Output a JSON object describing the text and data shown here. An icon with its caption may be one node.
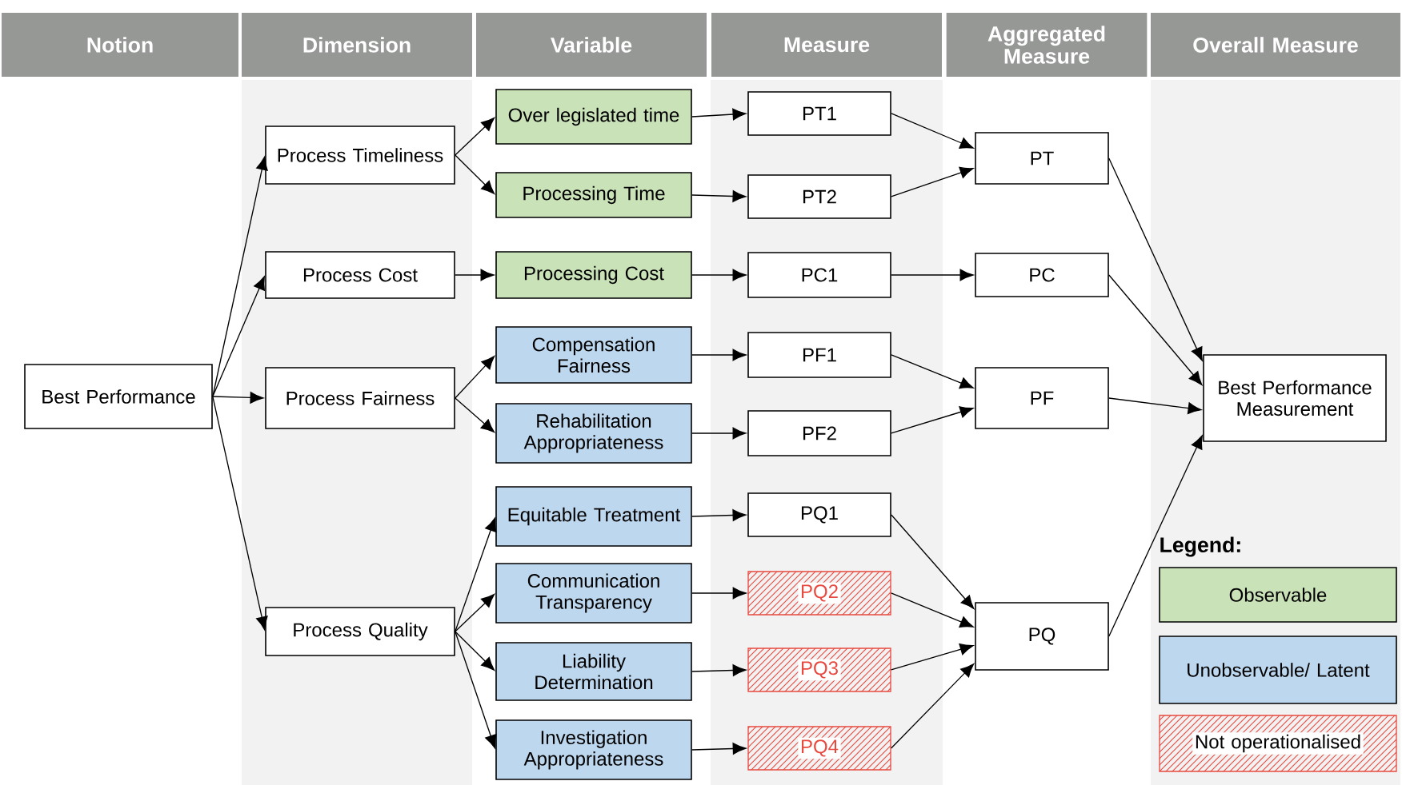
{
  "diagram": {
    "nodes": [
      {
        "text": [
          "Best Performance"
        ]
      },
      {
        "text": [
          "Process Timeliness"
        ]
      },
      {
        "text": [
          "Process Cost"
        ]
      },
      {
        "text": [
          "Process Fairness"
        ]
      },
      {
        "text": [
          "Process Quality"
        ]
      },
      {
        "text": [
          "Over legislated time"
        ]
      },
      {
        "text": [
          "Processing Time"
        ]
      },
      {
        "text": [
          "Processing Cost"
        ]
      },
      {
        "text": [
          "Compensation Fairness"
        ]
      },
      {
        "text": [
          "Rehabilitation Appropriateness"
        ]
      },
      {
        "text": [
          "Equitable Treatment"
        ]
      },
      {
        "text": [
          "Communication Transparency"
        ]
      },
      {
        "text": [
          "Liability Determination"
        ]
      },
      {
        "text": [
          "Investigation Appropriateness"
        ]
      },
      {
        "text": [
          "PT1"
        ]
      },
      {
        "text": [
          "PT2"
        ]
      },
      {
        "text": [
          "PC1"
        ]
      },
      {
        "text": [
          "PF1"
        ]
      },
      {
        "text": [
          "PF2"
        ]
      },
      {
        "text": [
          "PQ1"
        ]
      },
      {
        "text": [
          "PQ2"
        ]
      },
      {
        "text": [
          "PQ3"
        ]
      },
      {
        "text": [
          "PQ4"
        ]
      },
      {
        "text": [
          "PT"
        ]
      },
      {
        "text": [
          "PC"
        ]
      },
      {
        "text": [
          "PF"
        ]
      },
      {
        "text": [
          "PQ"
        ]
      },
      {
        "text": [
          "Best Performance Measurement"
        ]
      }
    ],
    "edges": [
      {
        "from": 0,
        "to": 1,
        "arrow": "to"
      },
      {
        "from": 0,
        "to": 2,
        "arrow": "to"
      },
      {
        "from": 0,
        "to": 3,
        "arrow": "to"
      },
      {
        "from": 0,
        "to": 4,
        "arrow": "to"
      },
      {
        "from": 1,
        "to": 5,
        "arrow": "to"
      },
      {
        "from": 1,
        "to": 6,
        "arrow": "to"
      },
      {
        "from": 2,
        "to": 7,
        "arrow": "to"
      },
      {
        "from": 3,
        "to": 8,
        "arrow": "to"
      },
      {
        "from": 3,
        "to": 9,
        "arrow": "to"
      },
      {
        "from": 4,
        "to": 10,
        "arrow": "to"
      },
      {
        "from": 4,
        "to": 11,
        "arrow": "to"
      },
      {
        "from": 4,
        "to": 12,
        "arrow": "to"
      },
      {
        "from": 4,
        "to": 13,
        "arrow": "to"
      },
      {
        "from": 5,
        "to": 14,
        "arrow": "to"
      },
      {
        "from": 6,
        "to": 15,
        "arrow": "to"
      },
      {
        "from": 7,
        "to": 16,
        "arrow": "to"
      },
      {
        "from": 8,
        "to": 17,
        "arrow": "to"
      },
      {
        "from": 9,
        "to": 18,
        "arrow": "to"
      },
      {
        "from": 10,
        "to": 19,
        "arrow": "to"
      },
      {
        "from": 11,
        "to": 20,
        "arrow": "to"
      },
      {
        "from": 12,
        "to": 21,
        "arrow": "to"
      },
      {
        "from": 13,
        "to": 22,
        "arrow": "to"
      },
      {
        "from": 14,
        "to": 23,
        "arrow": "to"
      },
      {
        "from": 15,
        "to": 23,
        "arrow": "to"
      },
      {
        "from": 16,
        "to": 24,
        "arrow": "to"
      },
      {
        "from": 17,
        "to": 25,
        "arrow": "to"
      },
      {
        "from": 18,
        "to": 25,
        "arrow": "to"
      },
      {
        "from": 19,
        "to": 26,
        "arrow": "to"
      },
      {
        "from": 20,
        "to": 26,
        "arrow": "to"
      },
      {
        "from": 21,
        "to": 26,
        "arrow": "to"
      },
      {
        "from": 22,
        "to": 26,
        "arrow": "to"
      },
      {
        "from": 23,
        "to": 27,
        "arrow": "to"
      },
      {
        "from": 24,
        "to": 27,
        "arrow": "to"
      },
      {
        "from": 25,
        "to": 27,
        "arrow": "to"
      },
      {
        "from": 26,
        "to": 27,
        "arrow": "to"
      }
    ],
    "labels": [
      "Notion",
      "Dimension",
      "Variable",
      "Measure",
      "Aggregated Measure",
      "Overall Measure",
      "Legend:"
    ],
    "legend": [
      {
        "text": "Observable",
        "color": "#c9e2b8"
      },
      {
        "text": "Unobservable/ Latent",
        "color": "#bdd7ee"
      },
      {
        "text": "Not operationalised"
      }
    ]
  }
}
